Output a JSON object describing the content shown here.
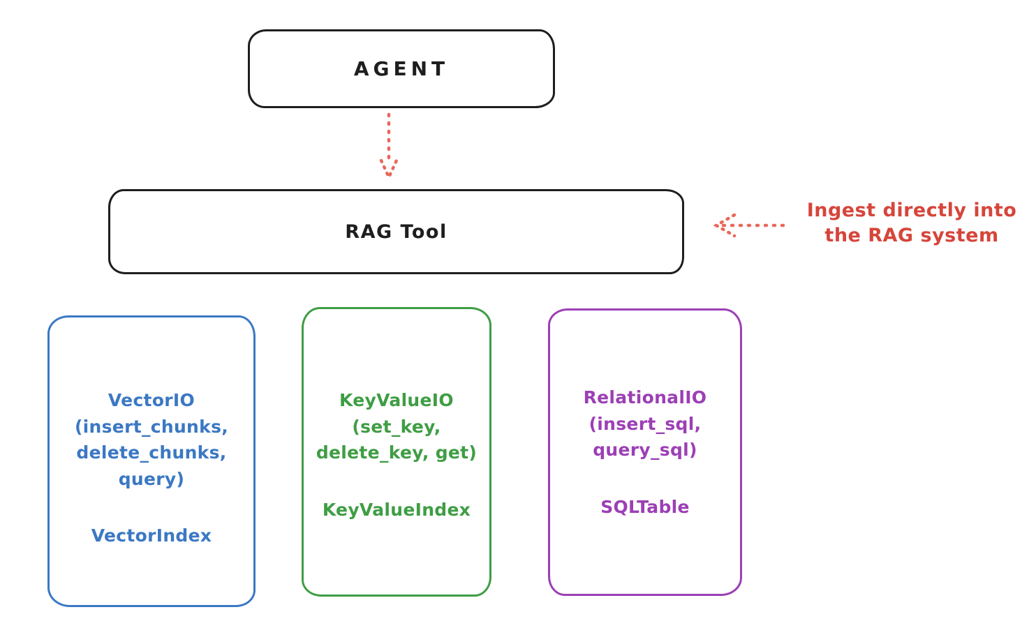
{
  "nodes": {
    "agent": {
      "label": "AGENT"
    },
    "rag_tool": {
      "label": "RAG Tool"
    }
  },
  "annotation": {
    "text": "Ingest directly into\nthe RAG system",
    "color": "#d6453a"
  },
  "arrows": {
    "agent_to_rag_tool": {
      "style": "dotted",
      "direction": "down",
      "color": "#e8685a"
    },
    "ingest_to_rag_tool": {
      "style": "dotted",
      "direction": "left",
      "color": "#e8685a"
    }
  },
  "backends": [
    {
      "name": "vector-io",
      "io_label": "VectorIO\n(insert_chunks,\ndelete_chunks,\nquery)",
      "index_label": "VectorIndex",
      "color": "#3b78c3"
    },
    {
      "name": "keyvalue-io",
      "io_label": "KeyValueIO\n(set_key,\ndelete_key, get)",
      "index_label": "KeyValueIndex",
      "color": "#3f9d44"
    },
    {
      "name": "relational-io",
      "io_label": "RelationalIO\n(insert_sql,\nquery_sql)",
      "index_label": "SQLTable",
      "color": "#9c3fb5"
    }
  ]
}
